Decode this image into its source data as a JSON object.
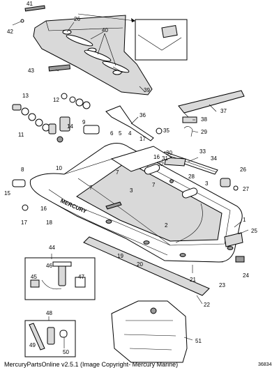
{
  "footer_text": "MercuryPartsOnline v2.5.1 (Image Copyright- Mercury Marine)",
  "figure_number": "36834",
  "boat_brand": "MERCURY",
  "callouts": {
    "c1": "1",
    "c2": "2",
    "c3a": "3",
    "c3b": "3",
    "c4": "4",
    "c5": "5",
    "c6": "6",
    "c7a": "7",
    "c7b": "7",
    "c7c": "7",
    "c8": "8",
    "c9": "9",
    "c10": "10",
    "c11": "11",
    "c12": "12",
    "c13": "13",
    "c14": "14",
    "c15": "15",
    "c16a": "16",
    "c16b": "16",
    "c17a": "17",
    "c17b": "17",
    "c18": "18",
    "c19": "19",
    "c20": "20",
    "c21": "21",
    "c22": "22",
    "c23": "23",
    "c24": "24",
    "c25": "25",
    "c26a": "26",
    "c26b": "26",
    "c27": "27",
    "c28": "28",
    "c29": "29",
    "c30": "30",
    "c31": "31",
    "c32": "32",
    "c33": "33",
    "c34": "34",
    "c35": "35",
    "c36": "36",
    "c37": "37",
    "c38": "38",
    "c39": "39",
    "c40": "40",
    "c41": "41",
    "c42": "42",
    "c43": "43",
    "c44": "44",
    "c45": "45",
    "c46": "46",
    "c47": "47",
    "c48": "48",
    "c49": "49",
    "c50": "50",
    "c51": "51"
  }
}
